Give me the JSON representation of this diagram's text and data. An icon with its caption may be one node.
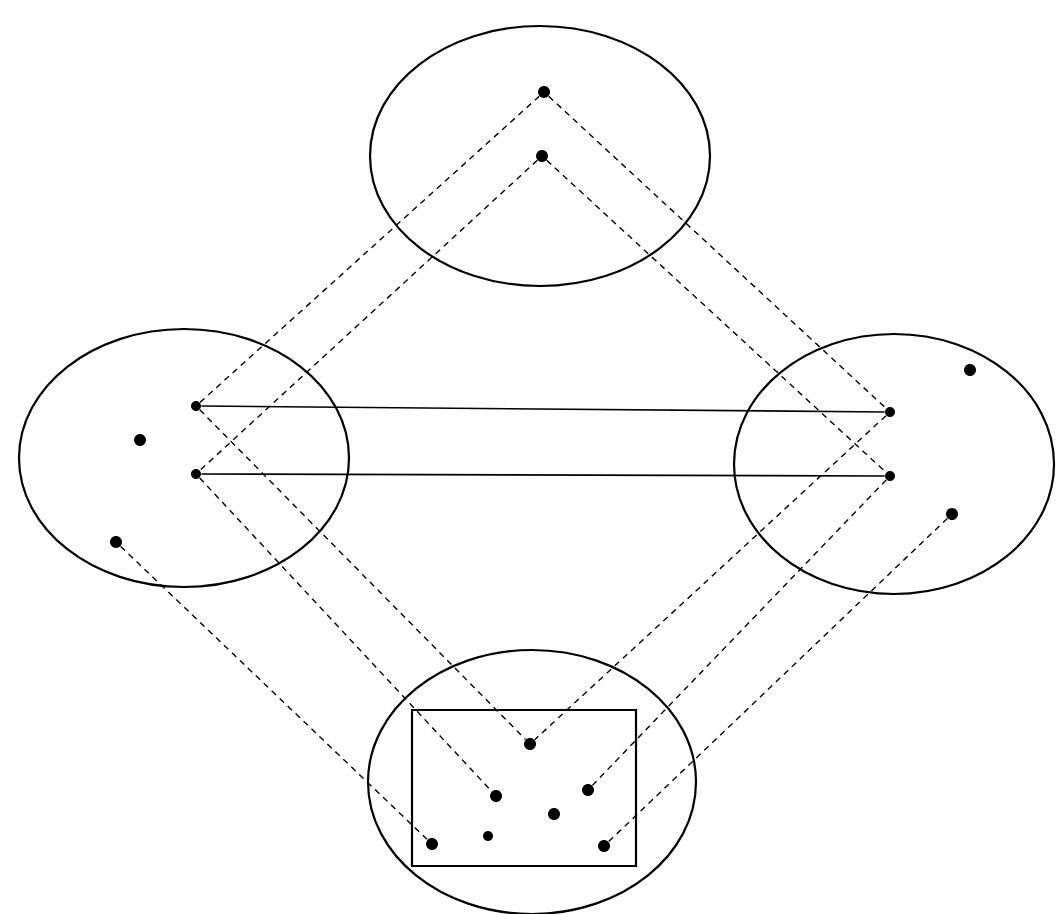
{
  "diagram": {
    "nodes": [
      {
        "text": [],
        "shape": "circle"
      },
      {
        "text": [],
        "shape": "circle",
        "in": 0
      },
      {
        "text": [],
        "shape": "circle",
        "in": 0
      },
      {
        "text": [],
        "shape": "circle"
      },
      {
        "text": [],
        "shape": "circle",
        "in": 3
      },
      {
        "text": [],
        "shape": "circle",
        "in": 3
      },
      {
        "text": [],
        "shape": "circle",
        "in": 3
      },
      {
        "text": [],
        "shape": "circle",
        "in": 3
      },
      {
        "text": [],
        "shape": "circle"
      },
      {
        "text": [],
        "shape": "circle",
        "in": 8
      },
      {
        "text": [],
        "shape": "circle",
        "in": 8
      },
      {
        "text": [],
        "shape": "circle",
        "in": 8
      },
      {
        "text": [],
        "shape": "circle",
        "in": 8
      },
      {
        "text": [],
        "shape": "circle"
      },
      {
        "text": [],
        "shape": "box",
        "in": 13
      },
      {
        "text": [],
        "shape": "circle",
        "in": 14
      },
      {
        "text": [],
        "shape": "circle",
        "in": 14
      },
      {
        "text": [],
        "shape": "circle",
        "in": 14
      },
      {
        "text": [],
        "shape": "circle",
        "in": 14
      },
      {
        "text": [],
        "shape": "circle",
        "in": 14
      },
      {
        "text": [],
        "shape": "circle",
        "in": 14
      },
      {
        "text": [],
        "shape": "circle",
        "in": 14
      }
    ],
    "edges": [
      {
        "from": 4,
        "to": 10,
        "arrow": "none"
      },
      {
        "from": 6,
        "to": 11,
        "arrow": "none"
      },
      {
        "from": 1,
        "to": 4,
        "arrow": "none",
        "style": "dashed"
      },
      {
        "from": 2,
        "to": 6,
        "arrow": "none",
        "style": "dashed"
      },
      {
        "from": 1,
        "to": 10,
        "arrow": "none",
        "style": "dashed"
      },
      {
        "from": 2,
        "to": 11,
        "arrow": "none",
        "style": "dashed"
      },
      {
        "from": 4,
        "to": 15,
        "arrow": "none",
        "style": "dashed"
      },
      {
        "from": 6,
        "to": 17,
        "arrow": "none",
        "style": "dashed"
      },
      {
        "from": 7,
        "to": 20,
        "arrow": "none",
        "style": "dashed"
      },
      {
        "from": 10,
        "to": 15,
        "arrow": "none",
        "style": "dashed"
      },
      {
        "from": 11,
        "to": 16,
        "arrow": "none",
        "style": "dashed"
      },
      {
        "from": 12,
        "to": 21,
        "arrow": "none",
        "style": "dashed"
      }
    ]
  }
}
